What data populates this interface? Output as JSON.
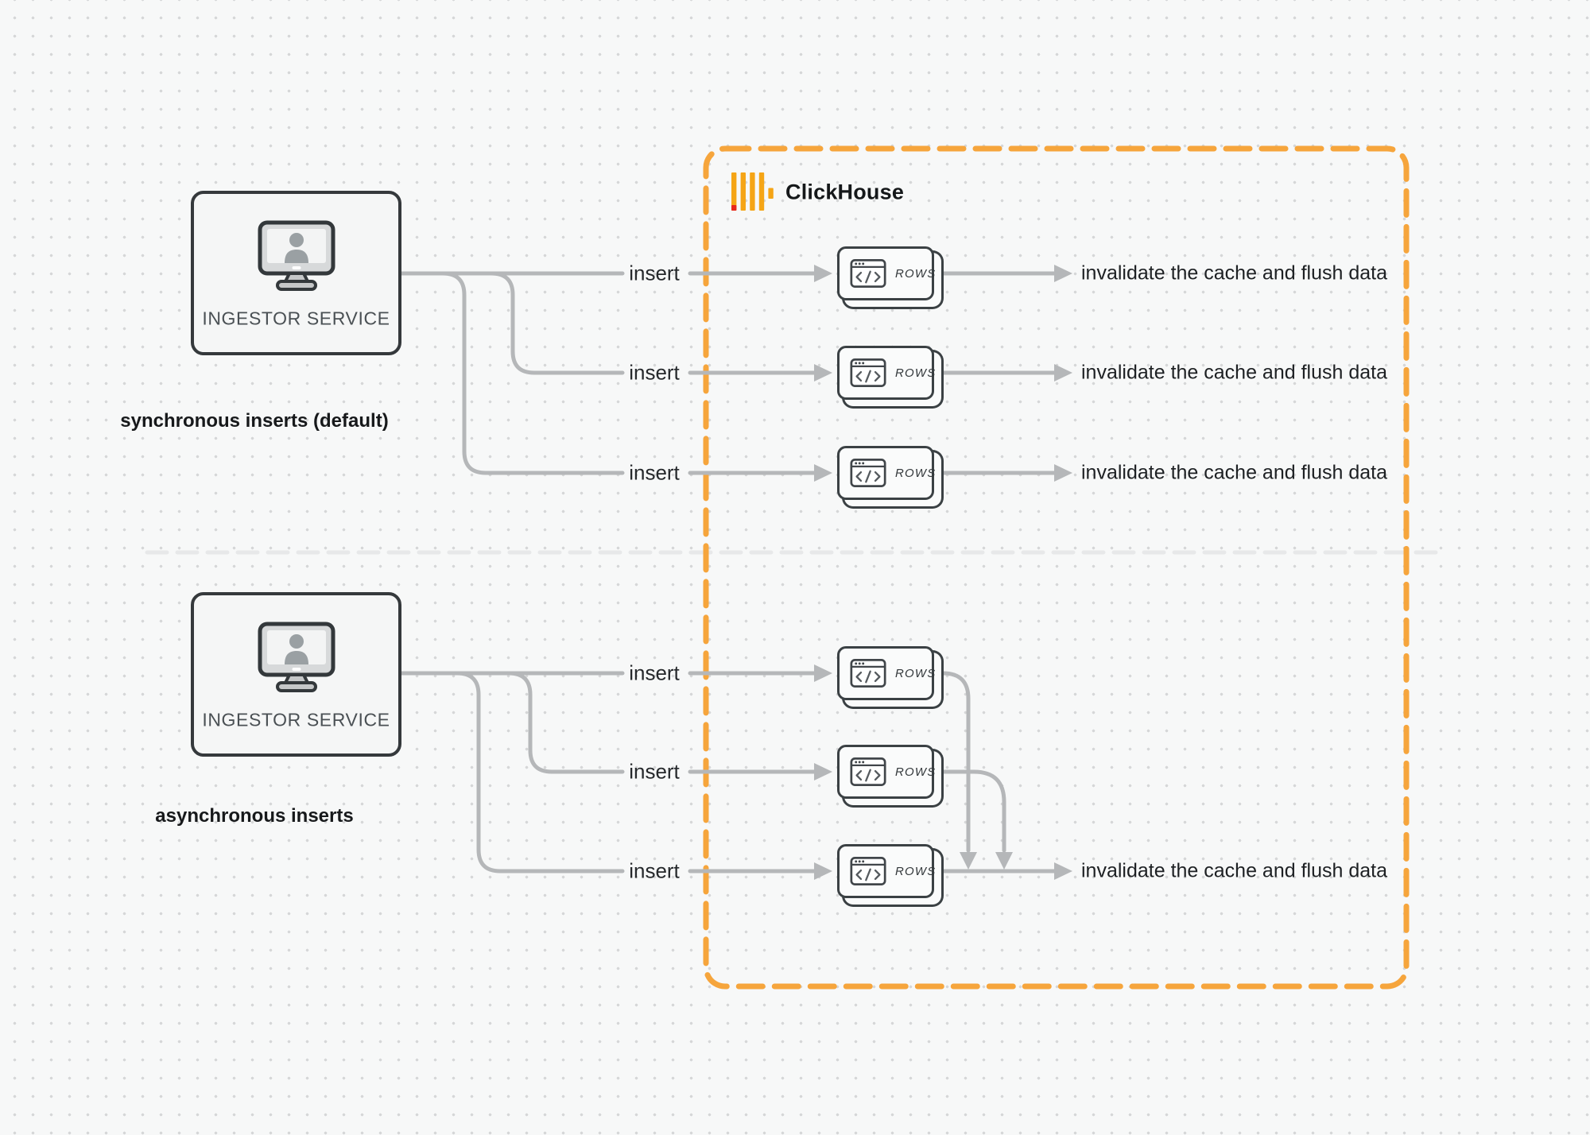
{
  "colors": {
    "accent_orange": "#F6A53C",
    "logo_yellow": "#F5A516",
    "logo_red": "#E8271A",
    "connector_gray": "#B5B7B9",
    "box_border_dark": "#35393C",
    "divider_gray": "#E7E8E9",
    "canvas_background": "#F7F8F8"
  },
  "icons": {
    "clickhouse_logo": "clickhouse-bars",
    "ingestor": "monitor-user",
    "rows_card": "code-window"
  },
  "header": {
    "clickhouse_label": "ClickHouse"
  },
  "labels": {
    "ingestor": "INGESTOR SERVICE",
    "insert": "insert",
    "invalidate": "invalidate the cache and flush data",
    "rows_card": "ROWS"
  },
  "sections": {
    "sync": {
      "caption": "synchronous inserts (default)"
    },
    "async": {
      "caption": "asynchronous inserts"
    }
  }
}
